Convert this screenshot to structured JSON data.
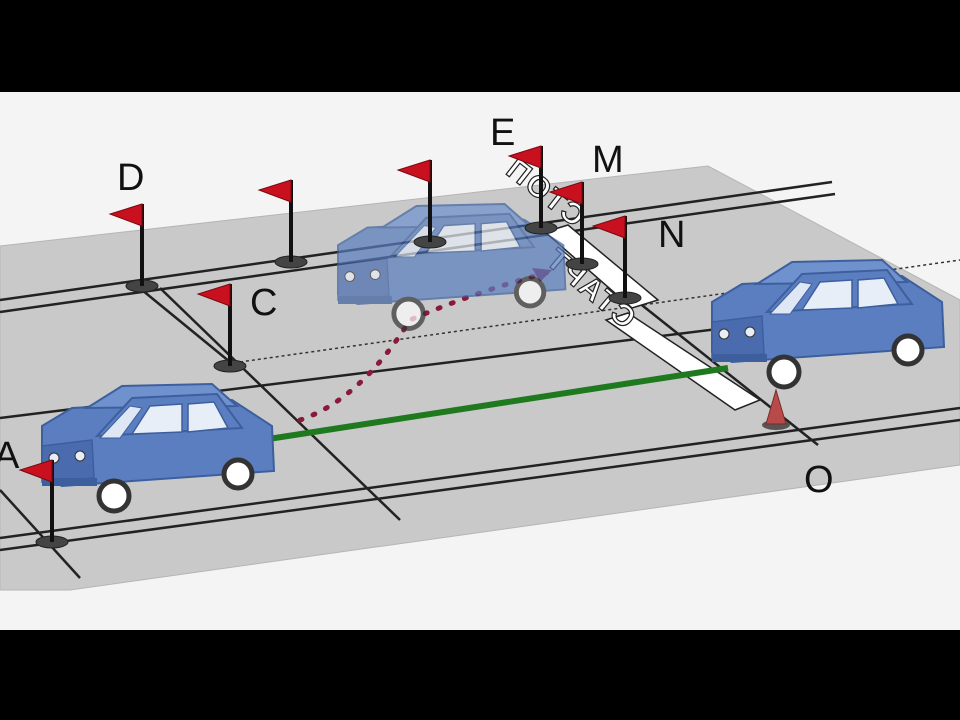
{
  "diagram": {
    "labels": {
      "A": "A",
      "C": "C",
      "D": "D",
      "E": "E",
      "M": "M",
      "N": "N",
      "O": "O"
    },
    "road_text": {
      "start": "СТАРТ",
      "stop": "СТОП"
    },
    "colors": {
      "frame": "#000000",
      "background": "#f4f4f4",
      "platform": "#c8c8c8",
      "road_line": "#222222",
      "car_body": "#5a7ec0",
      "car_dark": "#3d5f9e",
      "flag": "#c8101e",
      "path_solid": "#1f7a1f",
      "path_dotted": "#8b1a3a",
      "cone": "#b84a4a"
    }
  }
}
